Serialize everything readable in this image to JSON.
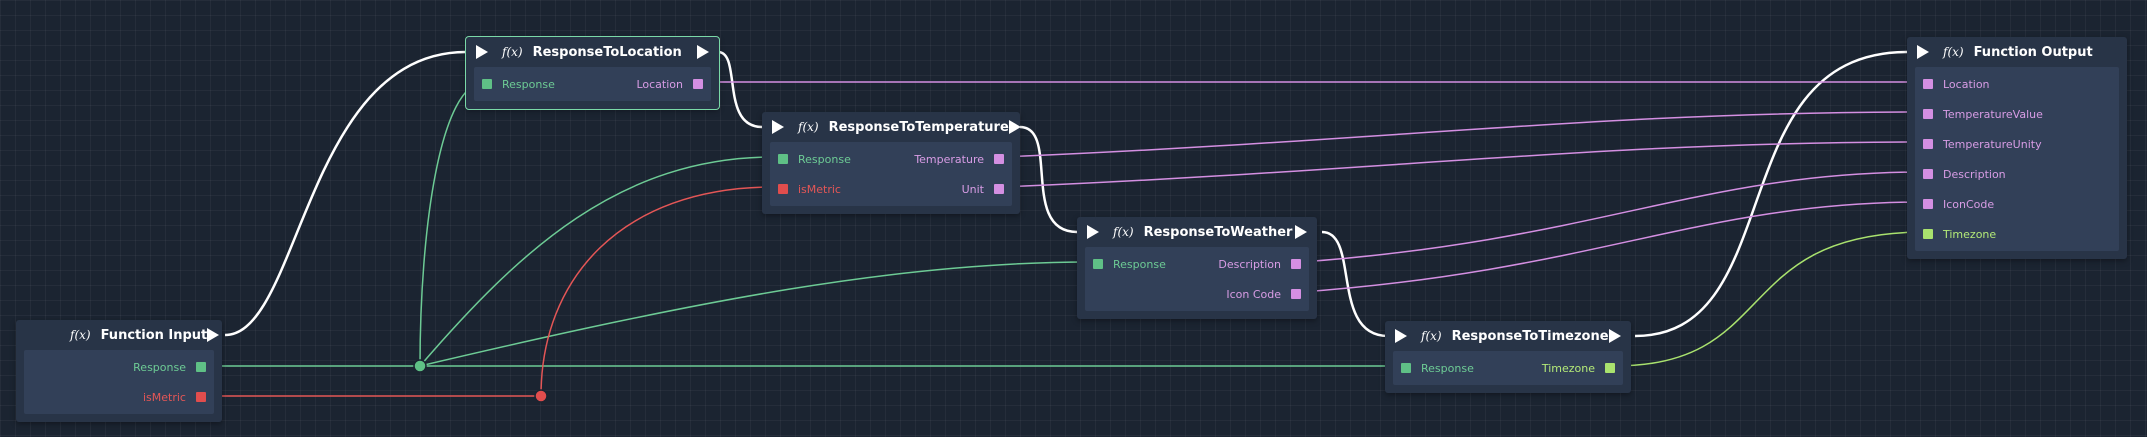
{
  "nodes": {
    "function_input": {
      "title": "Function Input",
      "outputs": [
        "Response",
        "isMetric"
      ]
    },
    "response_to_location": {
      "title": "ResponseToLocation",
      "input": "Response",
      "output": "Location"
    },
    "response_to_temperature": {
      "title": "ResponseToTemperature",
      "inputs": [
        "Response",
        "isMetric"
      ],
      "outputs": [
        "Temperature",
        "Unit"
      ]
    },
    "response_to_weather": {
      "title": "ResponseToWeather",
      "input": "Response",
      "outputs": [
        "Description",
        "Icon Code"
      ]
    },
    "response_to_timezone": {
      "title": "ResponseToTimezone",
      "input": "Response",
      "output": "Timezone"
    },
    "function_output": {
      "title": "Function Output",
      "inputs": [
        "Location",
        "TemperatureValue",
        "TemperatureUnity",
        "Description",
        "IconCode",
        "Timezone"
      ]
    }
  },
  "fx_symbol": "f(x)",
  "colors": {
    "background": "#1b2431",
    "node": "#283447",
    "exec_wire": "#ffffff",
    "string_wire": "#6dcb95",
    "bool_wire": "#e45656",
    "value_wire": "#d48fe2",
    "timezone_wire": "#a9e26e"
  }
}
